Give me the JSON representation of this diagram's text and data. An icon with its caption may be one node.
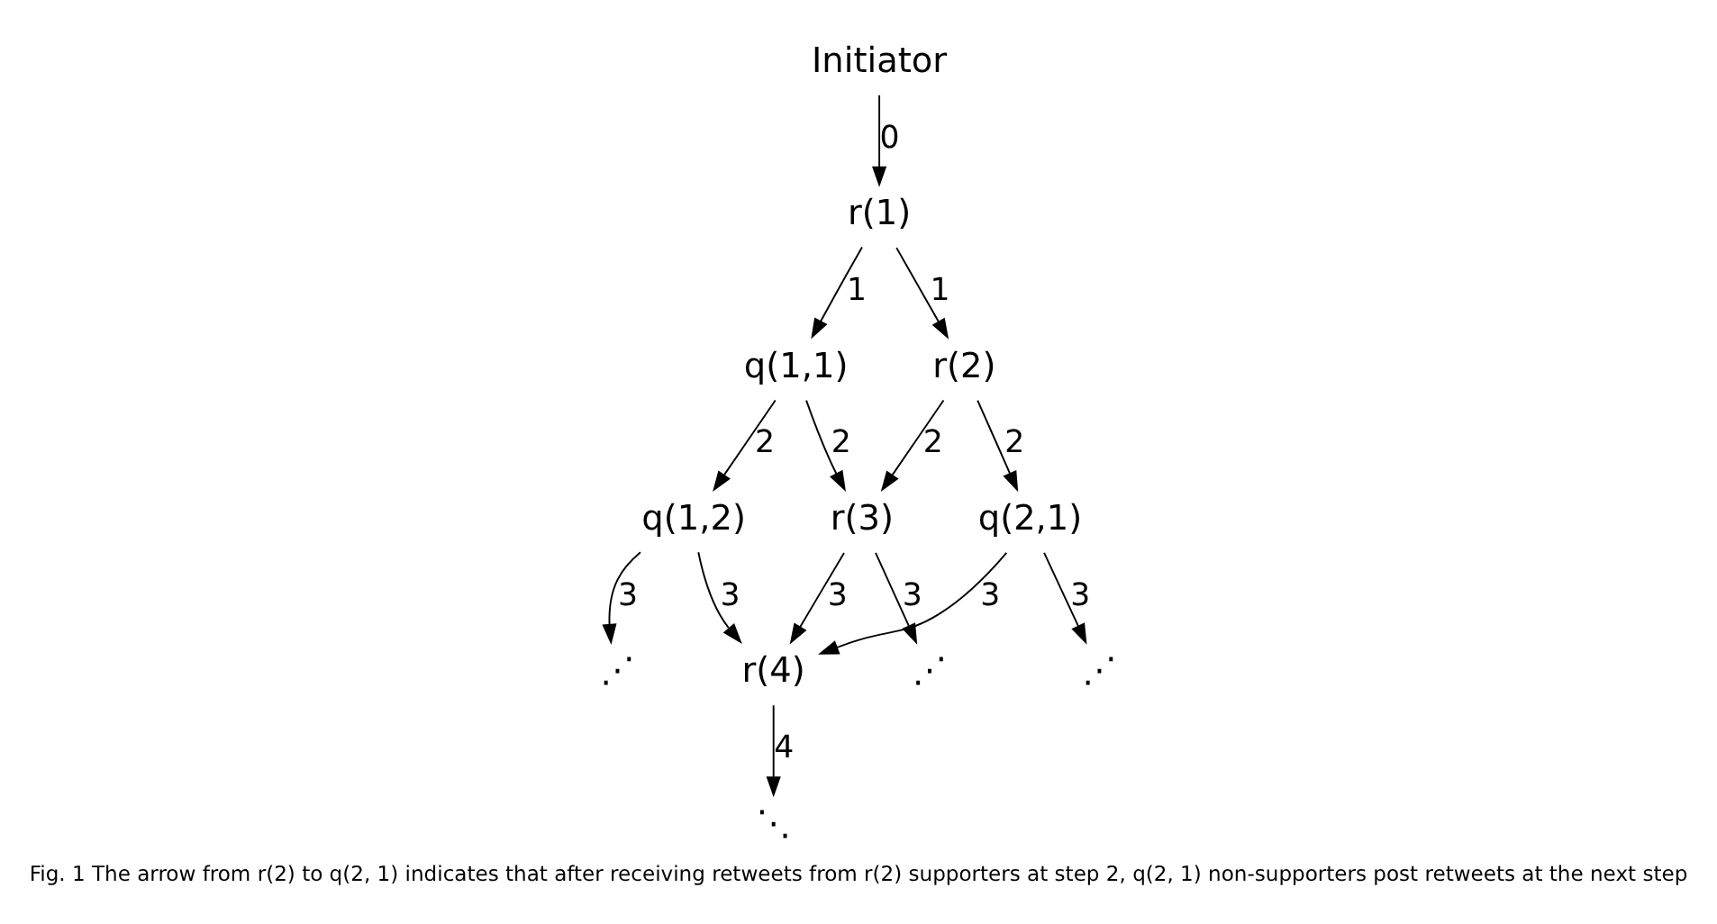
{
  "diagram": {
    "caption": "Fig. 1 The arrow from r(2) to q(2, 1) indicates that after receiving retweets from r(2) supporters at step 2, q(2, 1) non-supporters post retweets at the next step",
    "nodes": [
      {
        "text": [
          "Initiator"
        ]
      },
      {
        "text": [
          "r(1)"
        ]
      },
      {
        "text": [
          "q(1,1)"
        ]
      },
      {
        "text": [
          "r(2)"
        ]
      },
      {
        "text": [
          "q(1,2)"
        ]
      },
      {
        "text": [
          "q(2,1)"
        ]
      },
      {
        "text": [
          "r(3)"
        ]
      },
      {
        "text": [
          "⋰"
        ]
      },
      {
        "text": [
          "⋰"
        ]
      },
      {
        "text": [
          "⋰"
        ]
      },
      {
        "text": [
          "r(4)"
        ]
      },
      {
        "text": [
          "⋱"
        ]
      }
    ],
    "edges": [
      {
        "from": 0,
        "to": 1,
        "arrow": "to",
        "label": "0"
      },
      {
        "from": 1,
        "to": 2,
        "arrow": "to",
        "label": "1"
      },
      {
        "from": 1,
        "to": 3,
        "arrow": "to",
        "label": "1"
      },
      {
        "from": 2,
        "to": 4,
        "arrow": "to",
        "label": "2"
      },
      {
        "from": 2,
        "to": 6,
        "arrow": "to",
        "label": "2"
      },
      {
        "from": 3,
        "to": 5,
        "arrow": "to",
        "label": "2"
      },
      {
        "from": 3,
        "to": 6,
        "arrow": "to",
        "label": "2"
      },
      {
        "from": 4,
        "to": 7,
        "arrow": "to",
        "label": "3"
      },
      {
        "from": 4,
        "to": 10,
        "arrow": "to",
        "label": "3"
      },
      {
        "from": 5,
        "to": 8,
        "arrow": "to",
        "label": "3"
      },
      {
        "from": 5,
        "to": 10,
        "arrow": "to",
        "label": "3"
      },
      {
        "from": 6,
        "to": 9,
        "arrow": "to",
        "label": "3"
      },
      {
        "from": 6,
        "to": 10,
        "arrow": "to",
        "label": "3"
      },
      {
        "from": 10,
        "to": 11,
        "arrow": "to",
        "label": "4"
      }
    ]
  }
}
